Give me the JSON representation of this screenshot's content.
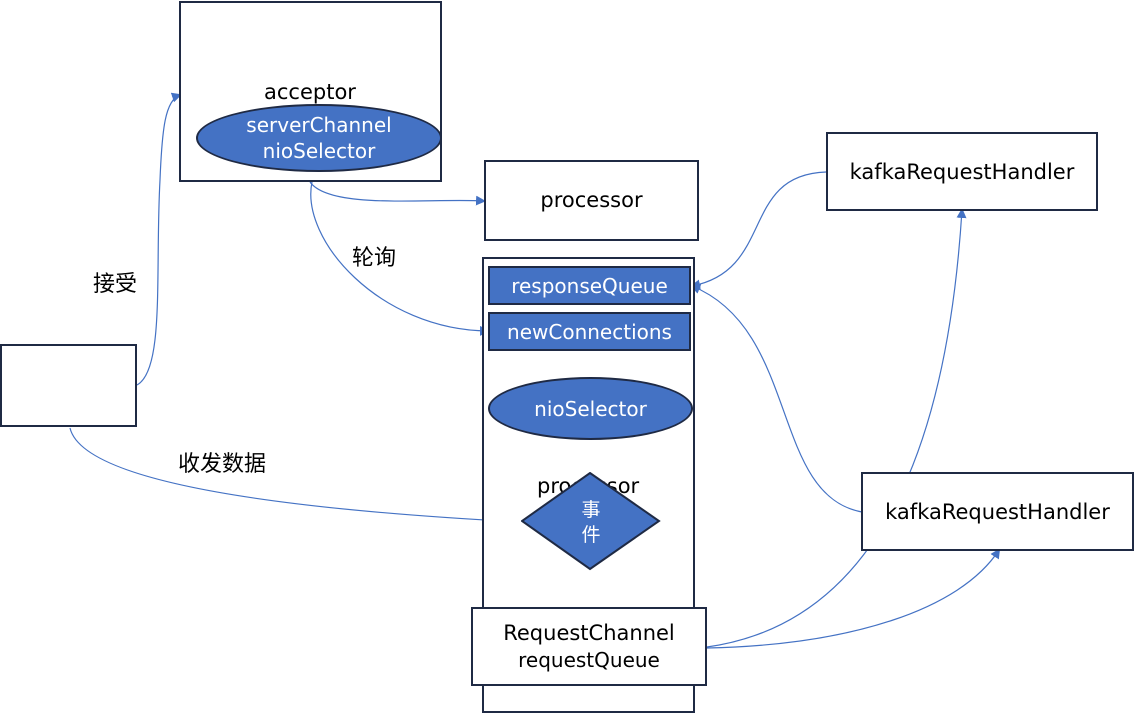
{
  "acceptor": {
    "title": "acceptor",
    "line1": "serverChannel",
    "line2": "nioSelector"
  },
  "processor_top": {
    "label": "processor"
  },
  "processor_main": {
    "title": "processor",
    "response_queue": "responseQueue",
    "new_connections": "newConnections",
    "nio_selector": "nioSelector",
    "event_line1": "事",
    "event_line2": "件",
    "request_channel": "RequestChannel",
    "request_queue": "requestQueue"
  },
  "handlers": [
    {
      "label": "kafkaRequestHandler"
    },
    {
      "label": "kafkaRequestHandler"
    }
  ],
  "edge_labels": {
    "accept": "接受",
    "poll": "轮询",
    "send_recv": "收发数据"
  },
  "colors": {
    "shape_fill": "#4472c4",
    "connector": "#4472c4",
    "border": "#1f2a44"
  }
}
